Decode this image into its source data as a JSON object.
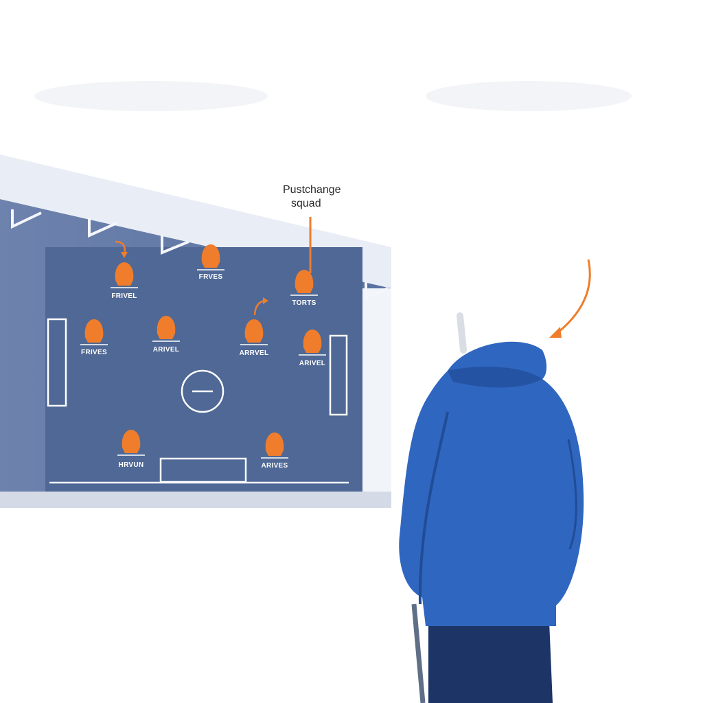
{
  "annotation": {
    "line1": "Pustchange",
    "line2": "squad"
  },
  "players": [
    {
      "label": "FRIVEL"
    },
    {
      "label": "FRVES"
    },
    {
      "label": "TORTS"
    },
    {
      "label": "FRIVES"
    },
    {
      "label": "ARIVEL"
    },
    {
      "label": "ARRVEL"
    },
    {
      "label": "ARIVEL"
    },
    {
      "label": "HRVUN"
    },
    {
      "label": "ARIVES"
    }
  ],
  "colors": {
    "board": "#4f6895",
    "board_frame": "#7388b3",
    "marker": "#ef7d2c",
    "hoodie": "#2f66c0",
    "pants": "#1c3566",
    "pitch_lines": "#ffffff"
  },
  "icons": [
    "player-marker-icon",
    "swap-arrow-icon",
    "pointer-arrow-icon"
  ]
}
